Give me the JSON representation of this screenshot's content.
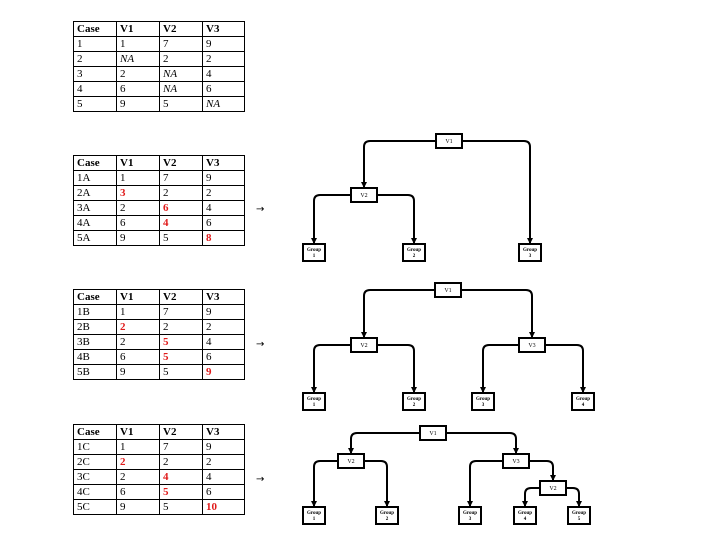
{
  "tables": [
    {
      "header": [
        "Case",
        "V1",
        "V2",
        "V3"
      ],
      "rows": [
        [
          {
            "t": "1"
          },
          {
            "t": "1"
          },
          {
            "t": "7"
          },
          {
            "t": "9"
          }
        ],
        [
          {
            "t": "2"
          },
          {
            "t": "NA",
            "na": true
          },
          {
            "t": "2"
          },
          {
            "t": "2"
          }
        ],
        [
          {
            "t": "3"
          },
          {
            "t": "2"
          },
          {
            "t": "NA",
            "na": true
          },
          {
            "t": "4"
          }
        ],
        [
          {
            "t": "4"
          },
          {
            "t": "6"
          },
          {
            "t": "NA",
            "na": true
          },
          {
            "t": "6"
          }
        ],
        [
          {
            "t": "5"
          },
          {
            "t": "9"
          },
          {
            "t": "5"
          },
          {
            "t": "NA",
            "na": true
          }
        ]
      ]
    },
    {
      "header": [
        "Case",
        "V1",
        "V2",
        "V3"
      ],
      "rows": [
        [
          {
            "t": "1A"
          },
          {
            "t": "1"
          },
          {
            "t": "7"
          },
          {
            "t": "9"
          }
        ],
        [
          {
            "t": "2A"
          },
          {
            "t": "3",
            "imp": true
          },
          {
            "t": "2"
          },
          {
            "t": "2"
          }
        ],
        [
          {
            "t": "3A"
          },
          {
            "t": "2"
          },
          {
            "t": "6",
            "imp": true
          },
          {
            "t": "4"
          }
        ],
        [
          {
            "t": "4A"
          },
          {
            "t": "6"
          },
          {
            "t": "4",
            "imp": true
          },
          {
            "t": "6"
          }
        ],
        [
          {
            "t": "5A"
          },
          {
            "t": "9"
          },
          {
            "t": "5"
          },
          {
            "t": "8",
            "imp": true
          }
        ]
      ]
    },
    {
      "header": [
        "Case",
        "V1",
        "V2",
        "V3"
      ],
      "rows": [
        [
          {
            "t": "1B"
          },
          {
            "t": "1"
          },
          {
            "t": "7"
          },
          {
            "t": "9"
          }
        ],
        [
          {
            "t": "2B"
          },
          {
            "t": "2",
            "imp": true
          },
          {
            "t": "2"
          },
          {
            "t": "2"
          }
        ],
        [
          {
            "t": "3B"
          },
          {
            "t": "2"
          },
          {
            "t": "5",
            "imp": true
          },
          {
            "t": "4"
          }
        ],
        [
          {
            "t": "4B"
          },
          {
            "t": "6"
          },
          {
            "t": "5",
            "imp": true
          },
          {
            "t": "6"
          }
        ],
        [
          {
            "t": "5B"
          },
          {
            "t": "9"
          },
          {
            "t": "5"
          },
          {
            "t": "9",
            "imp": true
          }
        ]
      ]
    },
    {
      "header": [
        "Case",
        "V1",
        "V2",
        "V3"
      ],
      "rows": [
        [
          {
            "t": "1C"
          },
          {
            "t": "1"
          },
          {
            "t": "7"
          },
          {
            "t": "9"
          }
        ],
        [
          {
            "t": "2C"
          },
          {
            "t": "2",
            "imp": true
          },
          {
            "t": "2"
          },
          {
            "t": "2"
          }
        ],
        [
          {
            "t": "3C"
          },
          {
            "t": "2"
          },
          {
            "t": "4",
            "imp": true
          },
          {
            "t": "4"
          }
        ],
        [
          {
            "t": "4C"
          },
          {
            "t": "6"
          },
          {
            "t": "5",
            "imp": true
          },
          {
            "t": "6"
          }
        ],
        [
          {
            "t": "5C"
          },
          {
            "t": "9"
          },
          {
            "t": "5"
          },
          {
            "t": "10",
            "imp": true
          }
        ]
      ]
    }
  ],
  "arrow_symbol": "→",
  "trees": [
    {
      "nodes": [
        {
          "id": "a1",
          "label": "V1"
        },
        {
          "id": "a2",
          "label": "V2"
        },
        {
          "id": "a3",
          "label": "Group 1",
          "leaf": true
        },
        {
          "id": "a4",
          "label": "Group 2",
          "leaf": true
        },
        {
          "id": "a5",
          "label": "Group 3",
          "leaf": true
        }
      ],
      "edges": [
        [
          "a1",
          "a2"
        ],
        [
          "a1",
          "a5"
        ],
        [
          "a2",
          "a3"
        ],
        [
          "a2",
          "a4"
        ]
      ]
    },
    {
      "nodes": [
        {
          "id": "b1",
          "label": "V1"
        },
        {
          "id": "b2",
          "label": "V2"
        },
        {
          "id": "b3",
          "label": "V3"
        },
        {
          "id": "b4",
          "label": "Group 1",
          "leaf": true
        },
        {
          "id": "b5",
          "label": "Group 2",
          "leaf": true
        },
        {
          "id": "b6",
          "label": "Group 3",
          "leaf": true
        },
        {
          "id": "b7",
          "label": "Group 4",
          "leaf": true
        }
      ],
      "edges": [
        [
          "b1",
          "b2"
        ],
        [
          "b1",
          "b3"
        ],
        [
          "b2",
          "b4"
        ],
        [
          "b2",
          "b5"
        ],
        [
          "b3",
          "b6"
        ],
        [
          "b3",
          "b7"
        ]
      ]
    },
    {
      "nodes": [
        {
          "id": "c1",
          "label": "V1"
        },
        {
          "id": "c2",
          "label": "V2"
        },
        {
          "id": "c3",
          "label": "V3"
        },
        {
          "id": "c4",
          "label": "V2"
        },
        {
          "id": "c5",
          "label": "Group 1",
          "leaf": true
        },
        {
          "id": "c6",
          "label": "Group 2",
          "leaf": true
        },
        {
          "id": "c7",
          "label": "Group 3",
          "leaf": true
        },
        {
          "id": "c8",
          "label": "Group 4",
          "leaf": true
        },
        {
          "id": "c9",
          "label": "Group 5",
          "leaf": true
        }
      ],
      "edges": [
        [
          "c1",
          "c2"
        ],
        [
          "c1",
          "c3"
        ],
        [
          "c2",
          "c5"
        ],
        [
          "c2",
          "c6"
        ],
        [
          "c3",
          "c7"
        ],
        [
          "c3",
          "c4"
        ],
        [
          "c4",
          "c8"
        ],
        [
          "c4",
          "c9"
        ]
      ]
    }
  ]
}
